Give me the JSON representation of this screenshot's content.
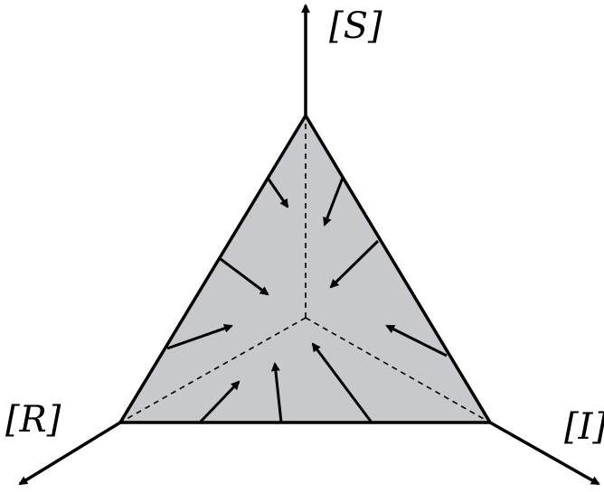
{
  "labels": {
    "top": "[S]",
    "left": "[R]",
    "right": "[I]"
  },
  "colors": {
    "fill": "#c8c9cc",
    "stroke": "#000000"
  }
}
